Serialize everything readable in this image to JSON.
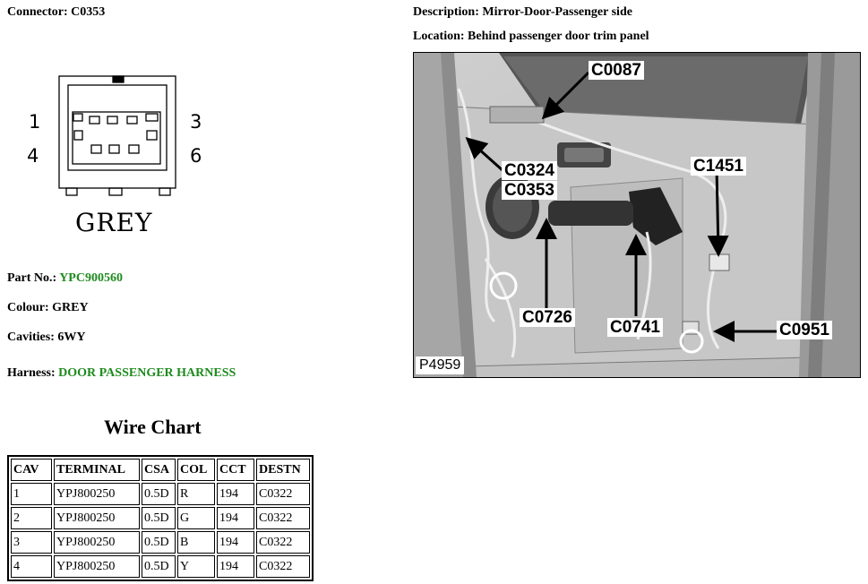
{
  "header": {
    "connector_label": "Connector: C0353",
    "description_label": "Description: Mirror-Door-Passenger side",
    "location_label": "Location: Behind passenger door trim panel"
  },
  "connector_diagram": {
    "pin_top_left": "1",
    "pin_top_right": "3",
    "pin_bottom_left": "4",
    "pin_bottom_right": "6",
    "colour_word": "GREY"
  },
  "details": {
    "part_no_label": "Part No.:",
    "part_no_value": "YPC900560",
    "colour_label": "Colour: GREY",
    "cavities_label": "Cavities: 6WY",
    "harness_label": "Harness:",
    "harness_value": "DOOR PASSENGER HARNESS"
  },
  "wire_chart": {
    "title": "Wire Chart",
    "headers": [
      "CAV",
      "TERMINAL",
      "CSA",
      "COL",
      "CCT",
      "DESTN"
    ],
    "rows": [
      [
        "1",
        "YPJ800250",
        "0.5D",
        "R",
        "194",
        "C0322"
      ],
      [
        "2",
        "YPJ800250",
        "0.5D",
        "G",
        "194",
        "C0322"
      ],
      [
        "3",
        "YPJ800250",
        "0.5D",
        "B",
        "194",
        "C0322"
      ],
      [
        "4",
        "YPJ800250",
        "0.5D",
        "Y",
        "194",
        "C0322"
      ]
    ]
  },
  "photo": {
    "callouts": {
      "c0087": "C0087",
      "c0324": "C0324",
      "c0353": "C0353",
      "c1451": "C1451",
      "c0726": "C0726",
      "c0741": "C0741",
      "c0951": "C0951"
    },
    "picture_code": "P4959"
  },
  "colors": {
    "link_green": "#1e8b1e"
  }
}
